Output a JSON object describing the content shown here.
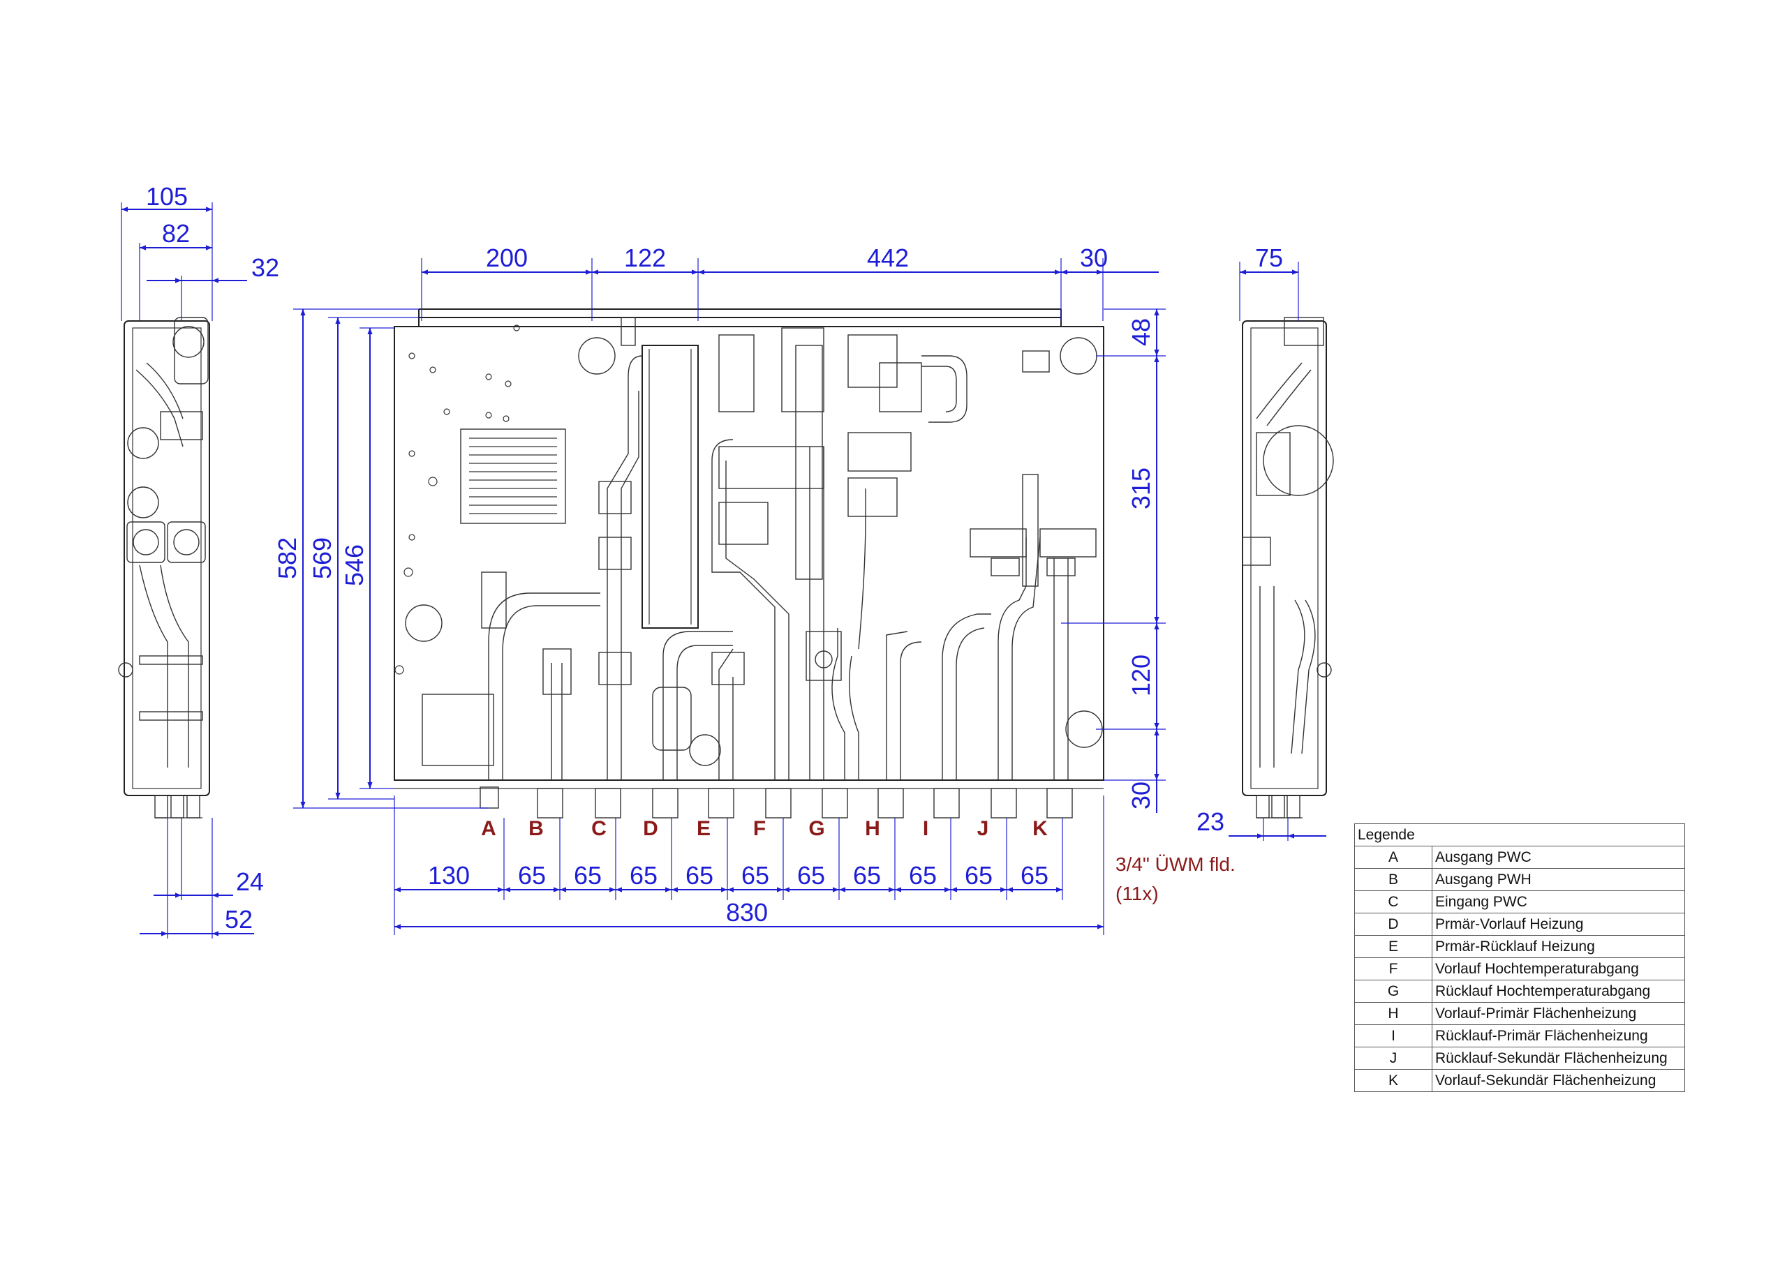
{
  "dimensions": {
    "side_left_top": [
      "105",
      "82",
      "32"
    ],
    "side_left_bottom": [
      "24",
      "52"
    ],
    "front_top": [
      "200",
      "122",
      "442",
      "30"
    ],
    "front_left": [
      "582",
      "569",
      "546"
    ],
    "front_right": [
      "48",
      "315",
      "120",
      "30"
    ],
    "front_bottom_first": "130",
    "front_bottom_pitch": [
      "65",
      "65",
      "65",
      "65",
      "65",
      "65",
      "65",
      "65",
      "65",
      "65"
    ],
    "front_total_width": "830",
    "side_right_top": "75",
    "side_right_bottom": "23"
  },
  "connections": [
    "A",
    "B",
    "C",
    "D",
    "E",
    "F",
    "G",
    "H",
    "I",
    "J",
    "K"
  ],
  "connection_note": [
    "3/4\" ÜWM fld.",
    "(11x)"
  ],
  "legend": {
    "title": "Legende",
    "rows": [
      {
        "key": "A",
        "label": "Ausgang PWC"
      },
      {
        "key": "B",
        "label": "Ausgang PWH"
      },
      {
        "key": "C",
        "label": "Eingang PWC"
      },
      {
        "key": "D",
        "label": "Prmär-Vorlauf Heizung"
      },
      {
        "key": "E",
        "label": "Prmär-Rücklauf Heizung"
      },
      {
        "key": "F",
        "label": "Vorlauf Hochtemperaturabgang"
      },
      {
        "key": "G",
        "label": "Rücklauf Hochtemperaturabgang"
      },
      {
        "key": "H",
        "label": "Vorlauf-Primär Flächenheizung"
      },
      {
        "key": "I",
        "label": "Rücklauf-Primär Flächenheizung"
      },
      {
        "key": "J",
        "label": "Rücklauf-Sekundär Flächenheizung"
      },
      {
        "key": "K",
        "label": "Vorlauf-Sekundär Flächenheizung"
      }
    ]
  }
}
